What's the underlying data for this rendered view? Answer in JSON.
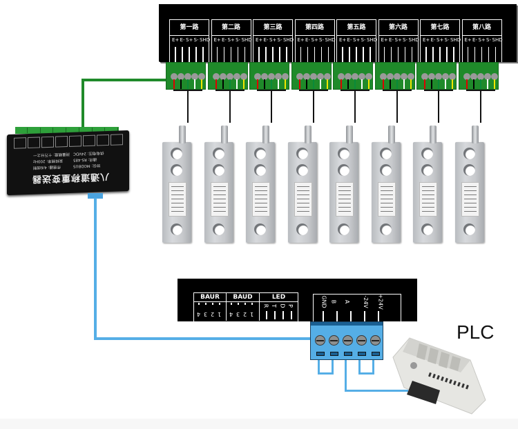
{
  "top_board": {
    "channels": [
      {
        "label": "第一路"
      },
      {
        "label": "第二路"
      },
      {
        "label": "第三路"
      },
      {
        "label": "第四路"
      },
      {
        "label": "第五路"
      },
      {
        "label": "第六路"
      },
      {
        "label": "第七路"
      },
      {
        "label": "第八路"
      }
    ],
    "pin_labels": [
      "E+",
      "E-",
      "S+",
      "S-",
      "SHD"
    ],
    "wire_colors": [
      "#e00000",
      "#000000",
      "#0a8a3a",
      "#ffffff",
      "#f2e600"
    ]
  },
  "module": {
    "title": "八通道称重变送器",
    "spec_lines": [
      "供电电压: 24VDC",
      "通讯: RS-485",
      "协议: MODBUS",
      "测量精度: 十万分之一",
      "采样频率: 200Hz",
      "传感器: 4/6线制"
    ]
  },
  "bottom_board": {
    "baur": {
      "label": "BAUR",
      "digits": [
        "4",
        "3",
        "2",
        "1"
      ]
    },
    "baud": {
      "label": "BAUD",
      "digits": [
        "4",
        "3",
        "2",
        "1"
      ]
    },
    "led": {
      "label": "LED",
      "items": [
        "R",
        "T",
        "D",
        "P"
      ]
    },
    "terminal_labels": [
      "GND",
      "B",
      "A",
      "-24V",
      "+24V"
    ]
  },
  "plc": {
    "label": "PLC"
  },
  "colors": {
    "rs485_wire": "#55aee6",
    "sensor_bus": "#1f8a2a",
    "terminal_green": "#1f8a2a",
    "terminal_blue": "#55aee6"
  }
}
